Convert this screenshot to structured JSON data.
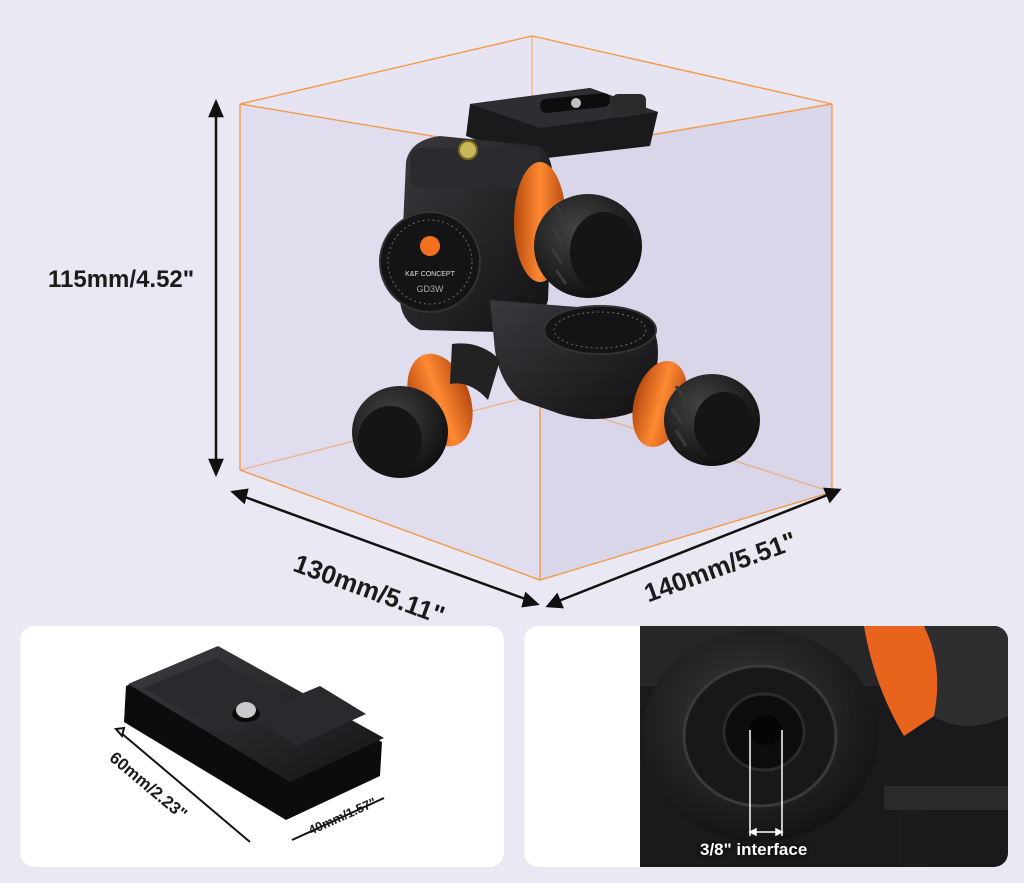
{
  "product": {
    "brand": "K&F CONCEPT",
    "model": "GD3W"
  },
  "dimensions": {
    "height": "115mm/4.52\"",
    "depth": "130mm/5.11\"",
    "width": "140mm/5.51\""
  },
  "plate": {
    "length": "60mm/2.23\"",
    "width": "40mm/1.57\""
  },
  "interface": {
    "label": "3/8\" interface"
  },
  "colors": {
    "background": "#e9e8f3",
    "accent": "#f07020",
    "body": "#1c1c1e",
    "box_edge": "#f29a4a"
  }
}
